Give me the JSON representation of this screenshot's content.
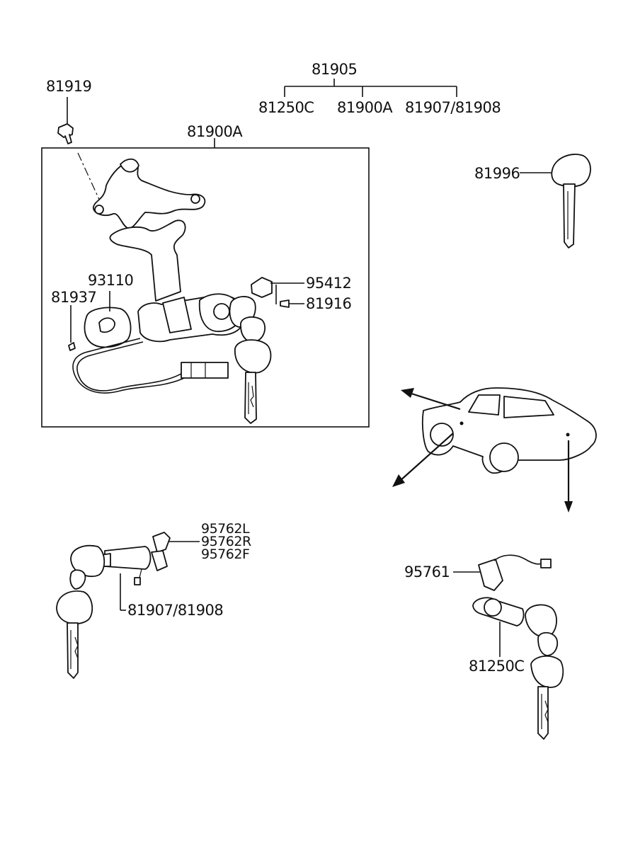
{
  "labels": {
    "p81905": "81905",
    "p81250c_top": "81250C",
    "p81900a_top": "81900A",
    "p81907_top": "81907/81908",
    "p81919": "81919",
    "p81900a_box": "81900A",
    "p81996": "81996",
    "p93110": "93110",
    "p81937": "81937",
    "p95412": "95412",
    "p81916": "81916",
    "p95762l": "95762L",
    "p95762r": "95762R",
    "p95762f": "95762F",
    "p81907_bottom": "81907/81908",
    "p95761": "95761",
    "p81250c_bottom": "81250C"
  },
  "icons": {
    "steering_lock": "ignition-lock-assembly-icon",
    "key": "key-icon",
    "car": "car-outline-icon",
    "door_cylinder": "door-lock-cylinder-icon",
    "trunk_cylinder": "trunk-lock-cylinder-icon"
  }
}
